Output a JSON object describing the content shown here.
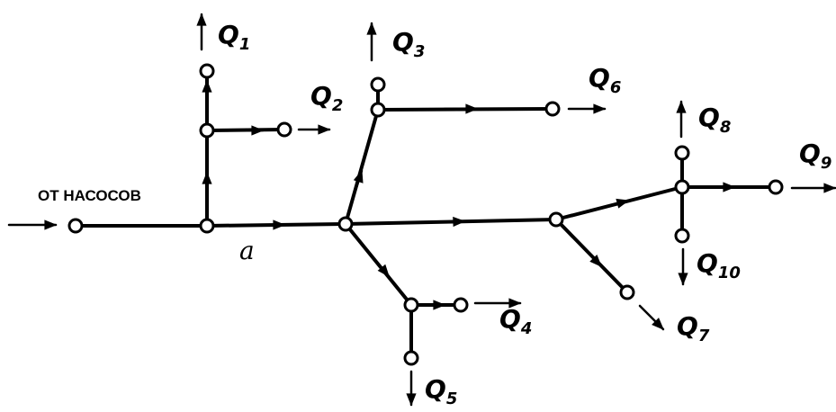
{
  "diagram": {
    "source_label": "ОТ НАСОСОВ",
    "section_label": "a",
    "outflows": [
      {
        "letter": "Q",
        "sub": "1"
      },
      {
        "letter": "Q",
        "sub": "2"
      },
      {
        "letter": "Q",
        "sub": "3"
      },
      {
        "letter": "Q",
        "sub": "4"
      },
      {
        "letter": "Q",
        "sub": "5"
      },
      {
        "letter": "Q",
        "sub": "6"
      },
      {
        "letter": "Q",
        "sub": "7"
      },
      {
        "letter": "Q",
        "sub": "8"
      },
      {
        "letter": "Q",
        "sub": "9"
      },
      {
        "letter": "Q",
        "sub": "10"
      }
    ]
  }
}
